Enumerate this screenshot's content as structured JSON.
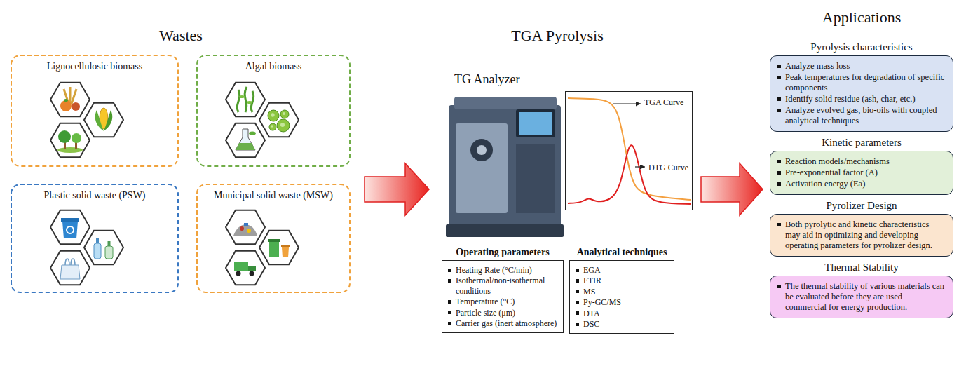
{
  "diagram": {
    "nodes": [
      {
        "text": [
          "Lignocellulosic biomass"
        ]
      },
      {
        "text": [
          "Algal biomass"
        ]
      },
      {
        "text": [
          "Plastic solid waste (PSW)"
        ]
      },
      {
        "text": [
          "Municipal solid waste (MSW)"
        ]
      },
      {
        "text": [
          "TGA Curve",
          "DTG Curve"
        ]
      },
      {
        "text": [
          "Operating parameters",
          "Heating Rate (°C/min)",
          "Isothermal/non-isothermal conditions",
          "Temperature (°C)",
          "Particle size (μm)",
          "Carrier gas (inert atmosphere)"
        ]
      },
      {
        "text": [
          "Analytical techniques",
          "EGA",
          "FTIR",
          "MS",
          "Py-GC/MS",
          "DTA",
          "DSC"
        ]
      },
      {
        "text": [
          "Pyrolysis characteristics",
          "Analyze mass loss",
          "Peak temperatures for degradation of specific components",
          "Identify solid residue (ash, char, etc.)",
          "Analyze evolved gas, bio-oils with coupled analytical techniques"
        ]
      },
      {
        "text": [
          "Kinetic parameters",
          "Reaction models/mechanisms",
          "Pre-exponential factor (A)",
          "Activation energy (Ea)"
        ]
      },
      {
        "text": [
          "Pyrolizer Design",
          "Both pyrolytic and kinetic characteristics may aid in optimizing and developing operating parameters for pyrolizer design."
        ]
      },
      {
        "text": [
          "Thermal Stability",
          "The thermal stability of various materials can be evaluated before they are used commercial for energy production."
        ]
      }
    ],
    "labels": [
      "Wastes",
      "TGA Pyrolysis",
      "TG Analyzer",
      "Applications"
    ]
  }
}
